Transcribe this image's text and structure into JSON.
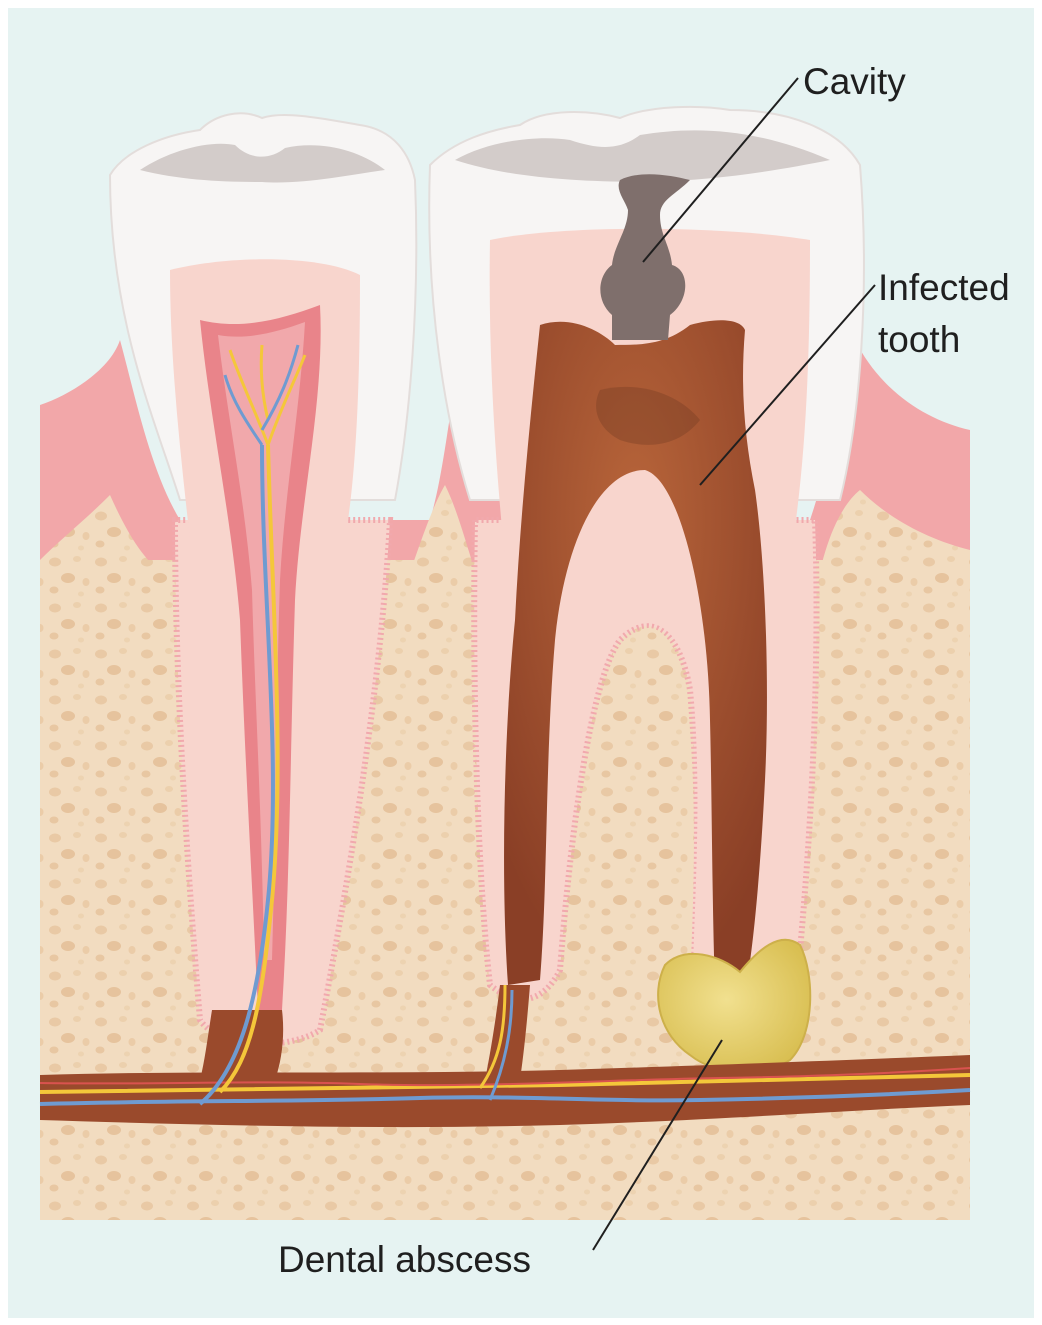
{
  "labels": {
    "cavity": "Cavity",
    "infected_line1": "Infected",
    "infected_line2": "tooth",
    "abscess": "Dental abscess"
  },
  "colors": {
    "background": "#e6f3f2",
    "enamel": "#f7f5f4",
    "dentin": "#f8d5cd",
    "pulp_healthy": "#e9848a",
    "pulp_infected": "#9a4a2c",
    "decay": "#7f6f6c",
    "abscess": "#e2cf6a",
    "gum": "#f2a7a9",
    "bone": "#f2dcc0",
    "nerve_yellow": "#f4c73a",
    "vessel_blue": "#6f9bd1"
  }
}
